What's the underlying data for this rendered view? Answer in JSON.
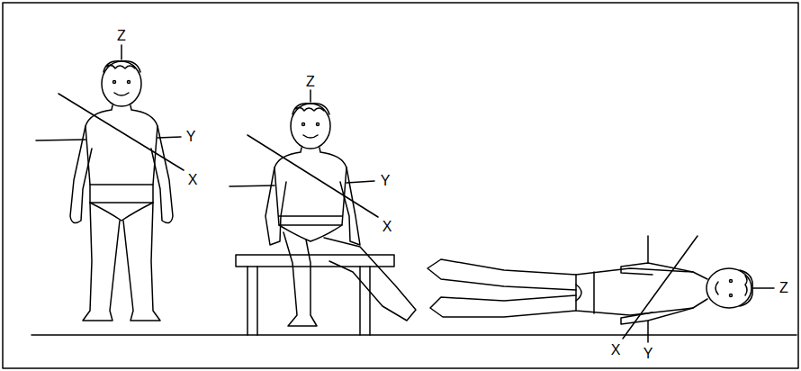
{
  "diagram": {
    "labels": [
      "Z",
      "Y",
      "X",
      "Z",
      "Y",
      "X",
      "Z",
      "X",
      "Y"
    ]
  }
}
